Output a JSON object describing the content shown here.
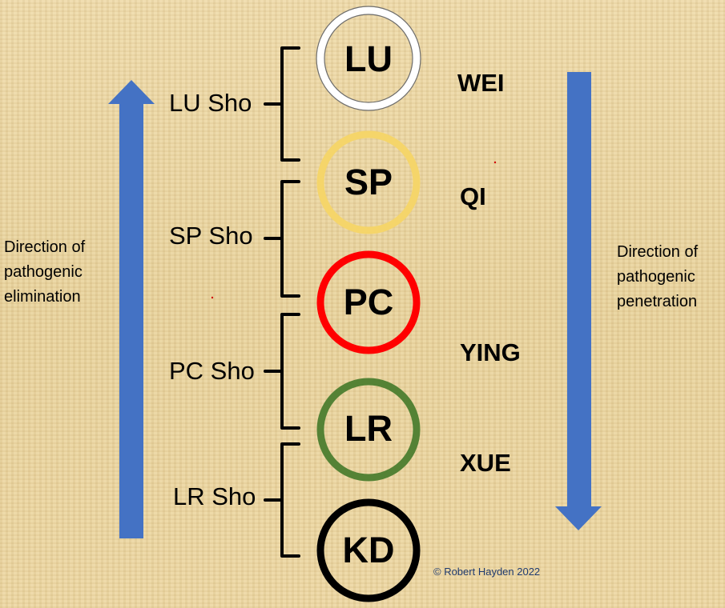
{
  "left_label": [
    "Direction of",
    "pathogenic",
    "elimination"
  ],
  "right_label": [
    "Direction of",
    "pathogenic",
    "penetration"
  ],
  "sho_labels": [
    "LU Sho",
    "SP Sho",
    "PC Sho",
    "LR Sho"
  ],
  "circles": [
    {
      "label": "LU",
      "color": "#ffffff"
    },
    {
      "label": "SP",
      "color": "#f5d56a"
    },
    {
      "label": "PC",
      "color": "#ff0000"
    },
    {
      "label": "LR",
      "color": "#548235"
    },
    {
      "label": "KD",
      "color": "#000000"
    }
  ],
  "stages": [
    "WEI",
    "QI",
    "YING",
    "XUE"
  ],
  "arrow_color": "#4472c4",
  "copyright": "© Robert Hayden 2022"
}
